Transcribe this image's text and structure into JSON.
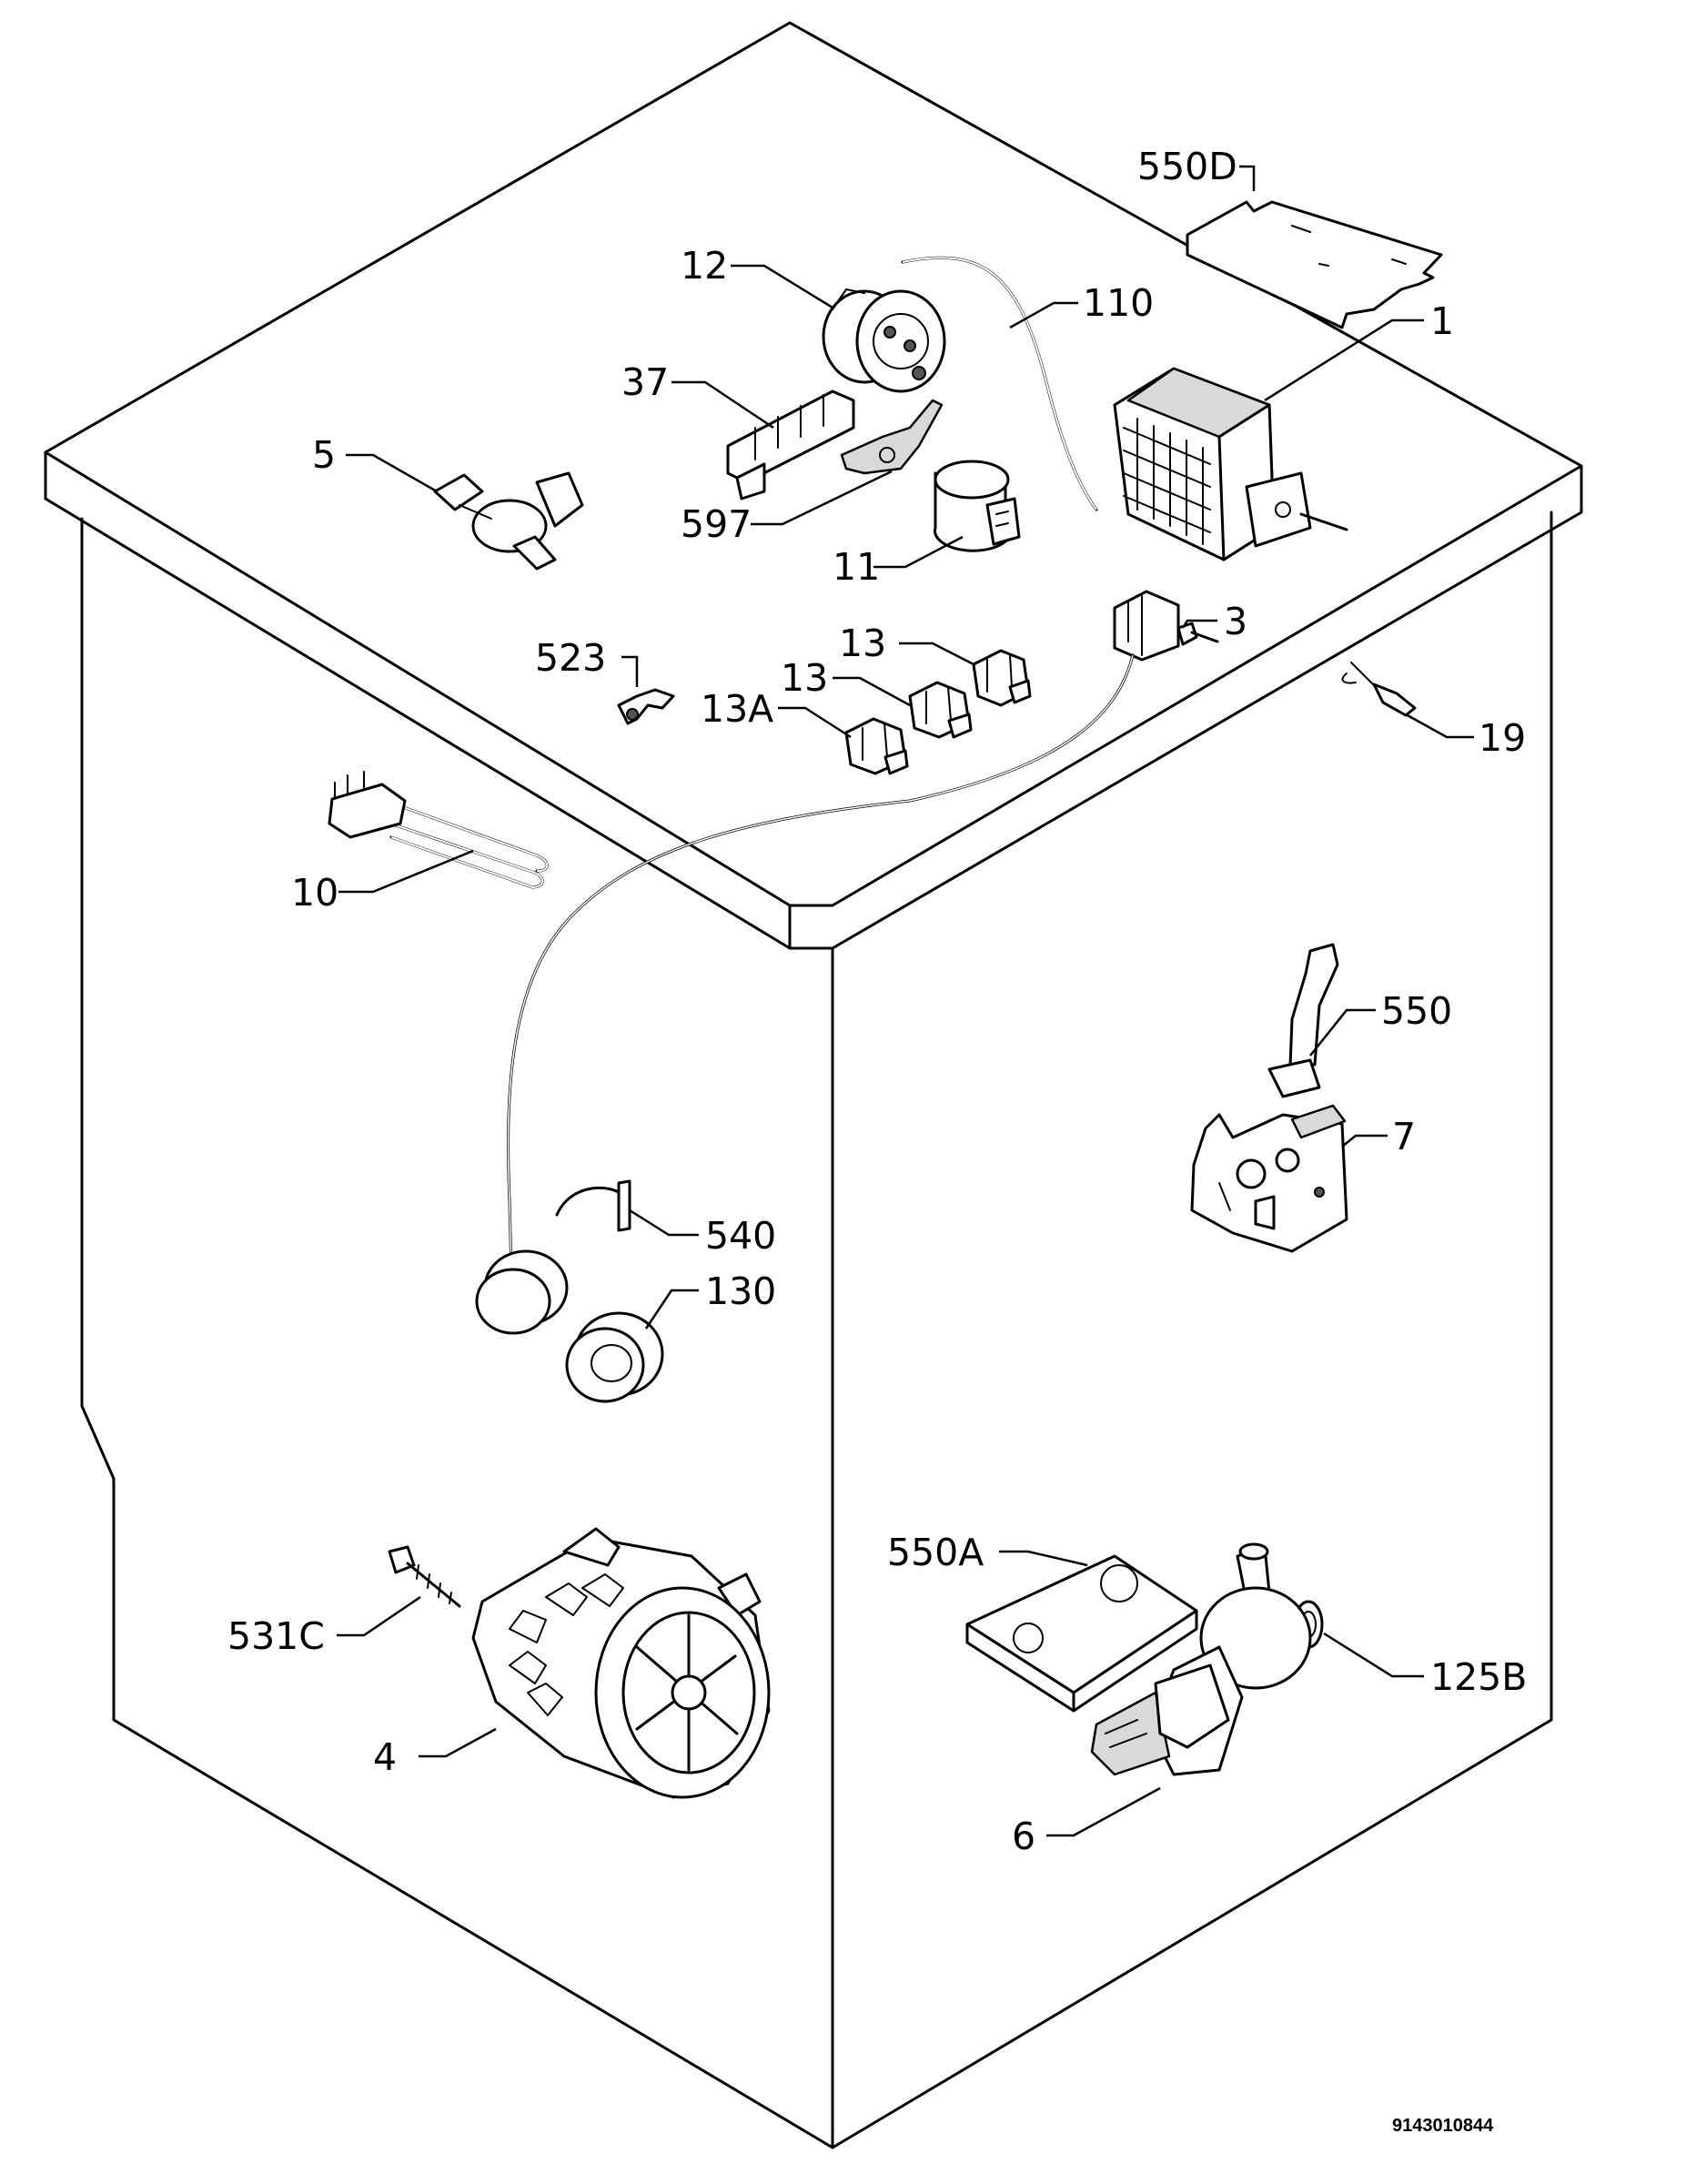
{
  "labels": {
    "l550d": "550D",
    "l12": "12",
    "l110": "110",
    "l1": "1",
    "l37": "37",
    "l5": "5",
    "l597": "597",
    "l11": "11",
    "l3": "3",
    "l523": "523",
    "l13a": "13",
    "l13b": "13",
    "l13A": "13A",
    "l19": "19",
    "l10": "10",
    "l550": "550",
    "l7": "7",
    "l540": "540",
    "l130": "130",
    "l550a": "550A",
    "l531c": "531C",
    "l125b": "125B",
    "l4": "4",
    "l6": "6"
  },
  "document_number": "9143010844"
}
